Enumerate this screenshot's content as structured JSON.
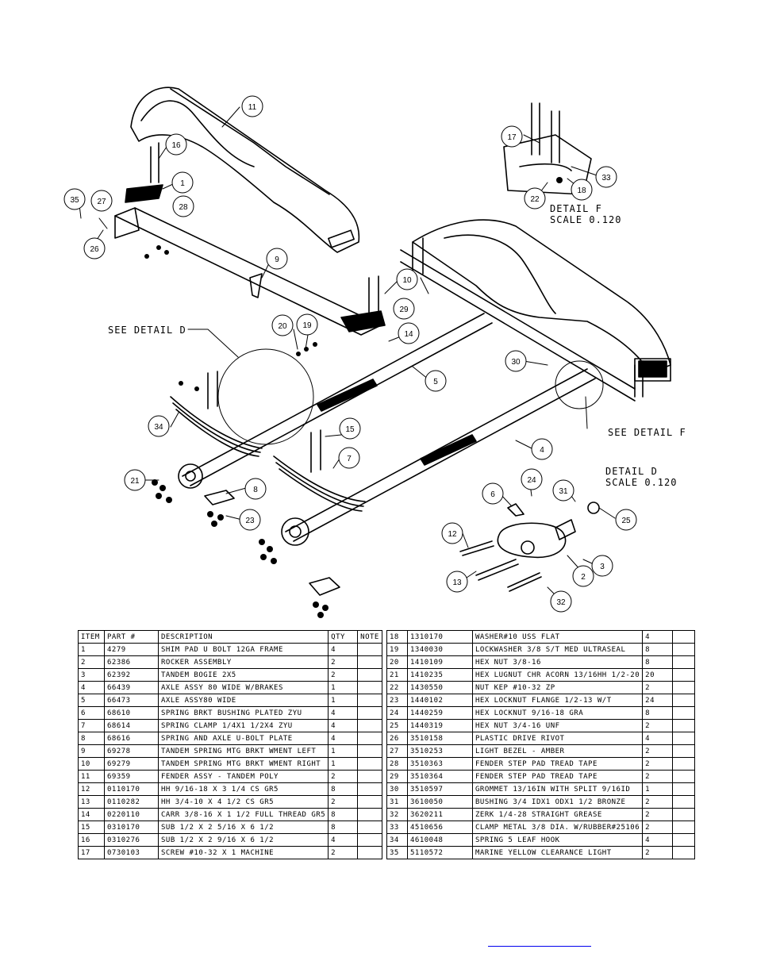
{
  "bubbles": [
    {
      "label": "11"
    },
    {
      "label": "16"
    },
    {
      "label": "1"
    },
    {
      "label": "28"
    },
    {
      "label": "35"
    },
    {
      "label": "27"
    },
    {
      "label": "26"
    },
    {
      "label": "9"
    },
    {
      "label": "10"
    },
    {
      "label": "29"
    },
    {
      "label": "20"
    },
    {
      "label": "19"
    },
    {
      "label": "14"
    },
    {
      "label": "30"
    },
    {
      "label": "5"
    },
    {
      "label": "34"
    },
    {
      "label": "15"
    },
    {
      "label": "7"
    },
    {
      "label": "4"
    },
    {
      "label": "21"
    },
    {
      "label": "8"
    },
    {
      "label": "23"
    },
    {
      "label": "17"
    },
    {
      "label": "33"
    },
    {
      "label": "18"
    },
    {
      "label": "22"
    },
    {
      "label": "6"
    },
    {
      "label": "24"
    },
    {
      "label": "31"
    },
    {
      "label": "25"
    },
    {
      "label": "12"
    },
    {
      "label": "13"
    },
    {
      "label": "2"
    },
    {
      "label": "3"
    },
    {
      "label": "32"
    }
  ],
  "callouts": {
    "see_detail_d": "SEE DETAIL  D",
    "see_detail_f": "SEE DETAIL  F",
    "detail_f_title": "DETAIL  F",
    "detail_f_scale": "SCALE  0.120",
    "detail_d_title": "DETAIL  D",
    "detail_d_scale": "SCALE  0.120"
  },
  "parts_table": {
    "headers": {
      "item": "ITEM",
      "part": "PART #",
      "description": "DESCRIPTION",
      "qty": "QTY",
      "note": "NOTE"
    },
    "left_rows": [
      {
        "item": "1",
        "part": "4279",
        "desc": "SHIM PAD   U BOLT 12GA FRAME",
        "qty": "4",
        "note": ""
      },
      {
        "item": "2",
        "part": "62386",
        "desc": "ROCKER ASSEMBLY",
        "qty": "2",
        "note": ""
      },
      {
        "item": "3",
        "part": "62392",
        "desc": "TANDEM BOGIE   2X5",
        "qty": "2",
        "note": ""
      },
      {
        "item": "4",
        "part": "66439",
        "desc": "AXLE ASSY 80 WIDE W/BRAKES",
        "qty": "1",
        "note": ""
      },
      {
        "item": "5",
        "part": "66473",
        "desc": "AXLE ASSY80 WIDE",
        "qty": "1",
        "note": ""
      },
      {
        "item": "6",
        "part": "68610",
        "desc": "SPRING BRKT BUSHING PLATED ZYU",
        "qty": "4",
        "note": ""
      },
      {
        "item": "7",
        "part": "68614",
        "desc": "SPRING CLAMP   1/4X1 1/2X4  ZYU",
        "qty": "4",
        "note": ""
      },
      {
        "item": "8",
        "part": "68616",
        "desc": "SPRING AND AXLE U-BOLT PLATE",
        "qty": "4",
        "note": ""
      },
      {
        "item": "9",
        "part": "69278",
        "desc": "TANDEM SPRING MTG BRKT WMENT LEFT",
        "qty": "1",
        "note": ""
      },
      {
        "item": "10",
        "part": "69279",
        "desc": "TANDEM SPRING MTG BRKT WMENT RIGHT",
        "qty": "1",
        "note": ""
      },
      {
        "item": "11",
        "part": "69359",
        "desc": "FENDER ASSY - TANDEM POLY",
        "qty": "2",
        "note": ""
      },
      {
        "item": "12",
        "part": "0110170",
        "desc": "HH 9/16-18 X 3 1/4 CS GR5",
        "qty": "8",
        "note": ""
      },
      {
        "item": "13",
        "part": "0110282",
        "desc": "HH 3/4-10 X 4 1/2 CS GR5",
        "qty": "2",
        "note": ""
      },
      {
        "item": "14",
        "part": "0220110",
        "desc": "CARR 3/8-16 X 1 1/2 FULL THREAD GR5",
        "qty": "8",
        "note": ""
      },
      {
        "item": "15",
        "part": "0310170",
        "desc": "SUB 1/2 X 2 5/16 X 6 1/2",
        "qty": "8",
        "note": ""
      },
      {
        "item": "16",
        "part": "0310276",
        "desc": "SUB 1/2 X 2 9/16 X 6 1/2",
        "qty": "4",
        "note": ""
      },
      {
        "item": "17",
        "part": "0730103",
        "desc": "SCREW #10-32 X 1 MACHINE",
        "qty": "2",
        "note": ""
      }
    ],
    "right_rows": [
      {
        "item": "18",
        "part": "1310170",
        "desc": "WASHER#10 USS FLAT",
        "qty": "4",
        "note": ""
      },
      {
        "item": "19",
        "part": "1340030",
        "desc": "LOCKWASHER 3/8 S/T MED ULTRASEAL",
        "qty": "8",
        "note": ""
      },
      {
        "item": "20",
        "part": "1410109",
        "desc": "HEX NUT 3/8-16",
        "qty": "8",
        "note": ""
      },
      {
        "item": "21",
        "part": "1410235",
        "desc": "HEX LUGNUT CHR ACORN 13/16HH 1/2-20",
        "qty": "20",
        "note": ""
      },
      {
        "item": "22",
        "part": "1430550",
        "desc": "NUT KEP #10-32 ZP",
        "qty": "2",
        "note": ""
      },
      {
        "item": "23",
        "part": "1440102",
        "desc": "HEX LOCKNUT FLANGE 1/2-13 W/T",
        "qty": "24",
        "note": ""
      },
      {
        "item": "24",
        "part": "1440259",
        "desc": "HEX LOCKNUT 9/16-18 GRA",
        "qty": "8",
        "note": ""
      },
      {
        "item": "25",
        "part": "1440319",
        "desc": "HEX NUT 3/4-16 UNF",
        "qty": "2",
        "note": ""
      },
      {
        "item": "26",
        "part": "3510158",
        "desc": "PLASTIC DRIVE RIVOT",
        "qty": "4",
        "note": ""
      },
      {
        "item": "27",
        "part": "3510253",
        "desc": "LIGHT BEZEL - AMBER",
        "qty": "2",
        "note": ""
      },
      {
        "item": "28",
        "part": "3510363",
        "desc": "FENDER STEP PAD TREAD TAPE",
        "qty": "2",
        "note": ""
      },
      {
        "item": "29",
        "part": "3510364",
        "desc": "FENDER STEP PAD TREAD TAPE",
        "qty": "2",
        "note": ""
      },
      {
        "item": "30",
        "part": "3510597",
        "desc": "GROMMET 13/16IN  WITH SPLIT 9/16ID",
        "qty": "1",
        "note": ""
      },
      {
        "item": "31",
        "part": "3610050",
        "desc": "BUSHING  3/4 IDX1 ODX1 1/2 BRONZE",
        "qty": "2",
        "note": ""
      },
      {
        "item": "32",
        "part": "3620211",
        "desc": "ZERK  1/4-28 STRAIGHT GREASE",
        "qty": "2",
        "note": ""
      },
      {
        "item": "33",
        "part": "4510656",
        "desc": "CLAMP METAL 3/8 DIA. W/RUBBER#25106",
        "qty": "2",
        "note": ""
      },
      {
        "item": "34",
        "part": "4610048",
        "desc": "SPRING  5 LEAF HOOK",
        "qty": "4",
        "note": ""
      },
      {
        "item": "35",
        "part": "5110572",
        "desc": "MARINE YELLOW CLEARANCE LIGHT",
        "qty": "2",
        "note": ""
      }
    ]
  },
  "link_color": "#0000ee"
}
